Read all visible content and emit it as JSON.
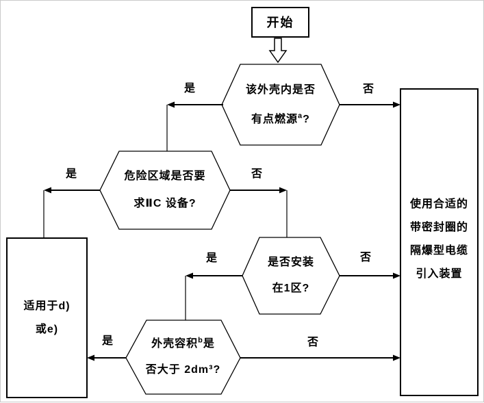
{
  "diagram": {
    "type": "flowchart",
    "colors": {
      "line": "#000000",
      "background": "#ffffff",
      "frame": "#c9c9c9"
    },
    "start": {
      "label": "开始"
    },
    "decisions": {
      "d1": {
        "line1": "该外壳内是否",
        "line2_pre": "有点燃源",
        "sup": "a",
        "line2_post": "?",
        "yes_label": "是",
        "no_label": "否"
      },
      "d2": {
        "line1": "危险区域是否要",
        "line2": "求ⅡC 设备?",
        "yes_label": "是",
        "no_label": "否"
      },
      "d3": {
        "line1": "是否安装",
        "line2": "在1区?",
        "yes_label": "是",
        "no_label": "否"
      },
      "d4": {
        "line1_pre": "外壳容积",
        "sup": "b",
        "line1_post": "是",
        "line2": "否大于 2dm³?",
        "yes_label": "是",
        "no_label": "否"
      }
    },
    "outcomes": {
      "applicable": {
        "line1": "适用于d)",
        "line2": "或e)"
      },
      "flameproof": {
        "line1": "使用合适的",
        "line2": "带密封圈的",
        "line3": "隔爆型电缆",
        "line4": "引入装置"
      }
    }
  }
}
